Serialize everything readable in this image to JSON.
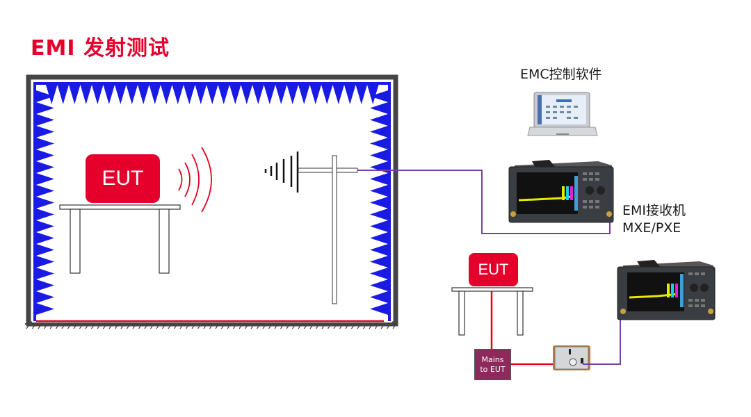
{
  "title": "EMI 发射测试",
  "chamber": {
    "eut_label": "EUT",
    "absorber_color": "#1a1ae6",
    "wall_color": "#444444"
  },
  "software": {
    "label": "EMC控制软件",
    "icon": "laptop-icon"
  },
  "receiver": {
    "label_line1": "EMI接收机",
    "label_line2": "MXE/PXE",
    "icon": "signal-analyzer-icon"
  },
  "conducted_setup": {
    "eut_label": "EUT",
    "lisn_label_line1": "Mains",
    "lisn_label_line2": "to EUT",
    "lisn_icon": "lisn-device-icon",
    "receiver_icon": "signal-analyzer-icon"
  },
  "colors": {
    "accent": "#e4002b",
    "cable_rf": "#7b3fa3",
    "cable_power": "#e8001c",
    "lisn_box": "#8b2a5b"
  }
}
